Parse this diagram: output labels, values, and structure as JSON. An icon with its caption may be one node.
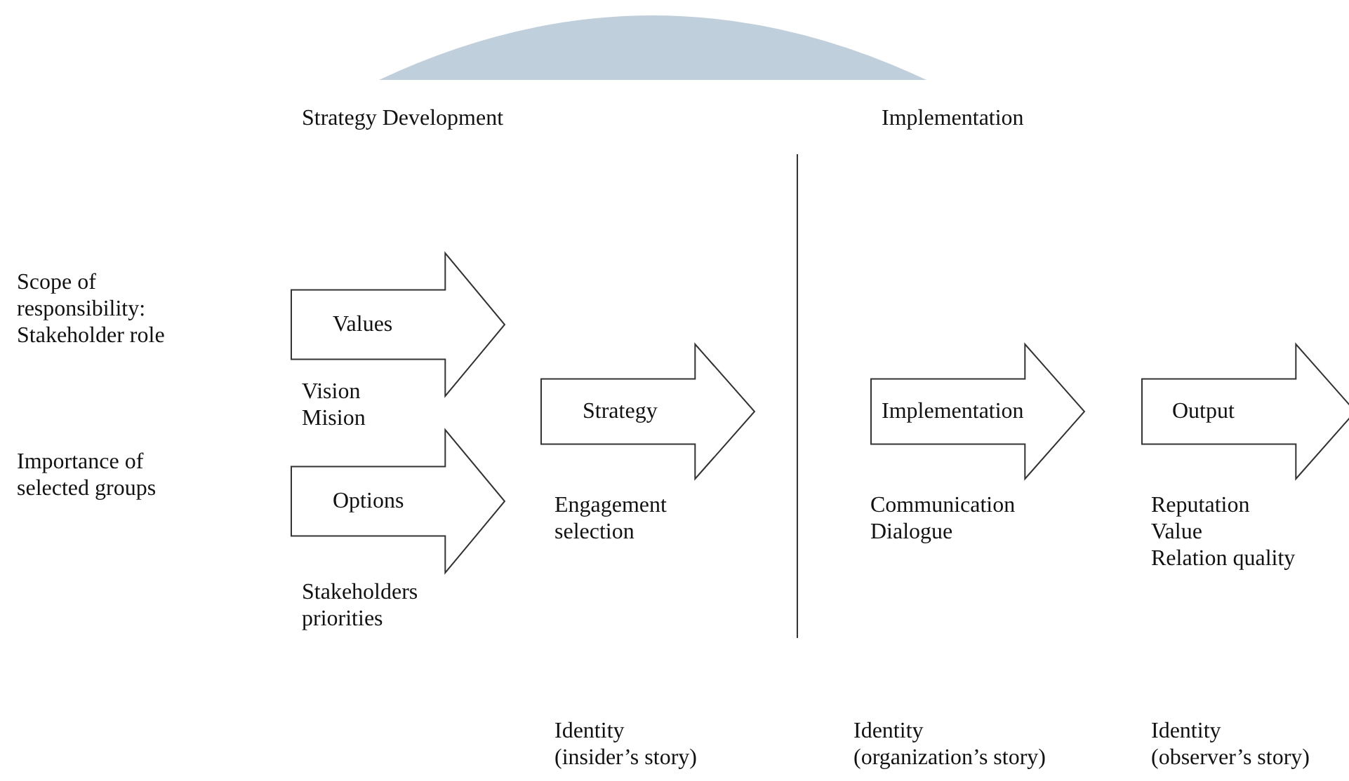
{
  "diagram": {
    "nodes": [
      {
        "text": [],
        "shape": "circle"
      },
      {
        "text": [
          "Values"
        ],
        "beside": [
          "Vision Mision"
        ]
      },
      {
        "text": [
          "Options"
        ],
        "beside": [
          "Stakeholders priorities"
        ]
      },
      {
        "text": [
          "Strategy"
        ],
        "beside": [
          "Engagement selection"
        ]
      },
      {
        "text": [
          "Implementation"
        ],
        "beside": [
          "Communication Dialogue"
        ]
      },
      {
        "text": [
          "Output"
        ],
        "beside": [
          "Reputation Value Relation quality"
        ]
      }
    ],
    "edges": [],
    "labels": [
      "Strategy Development",
      "Implementation",
      "Scope of responsibility: Stakeholder role",
      "Importance of selected groups",
      "Identity (insider’s story)",
      "Identity (organization’s story)",
      "Identity (observer’s story)"
    ]
  }
}
